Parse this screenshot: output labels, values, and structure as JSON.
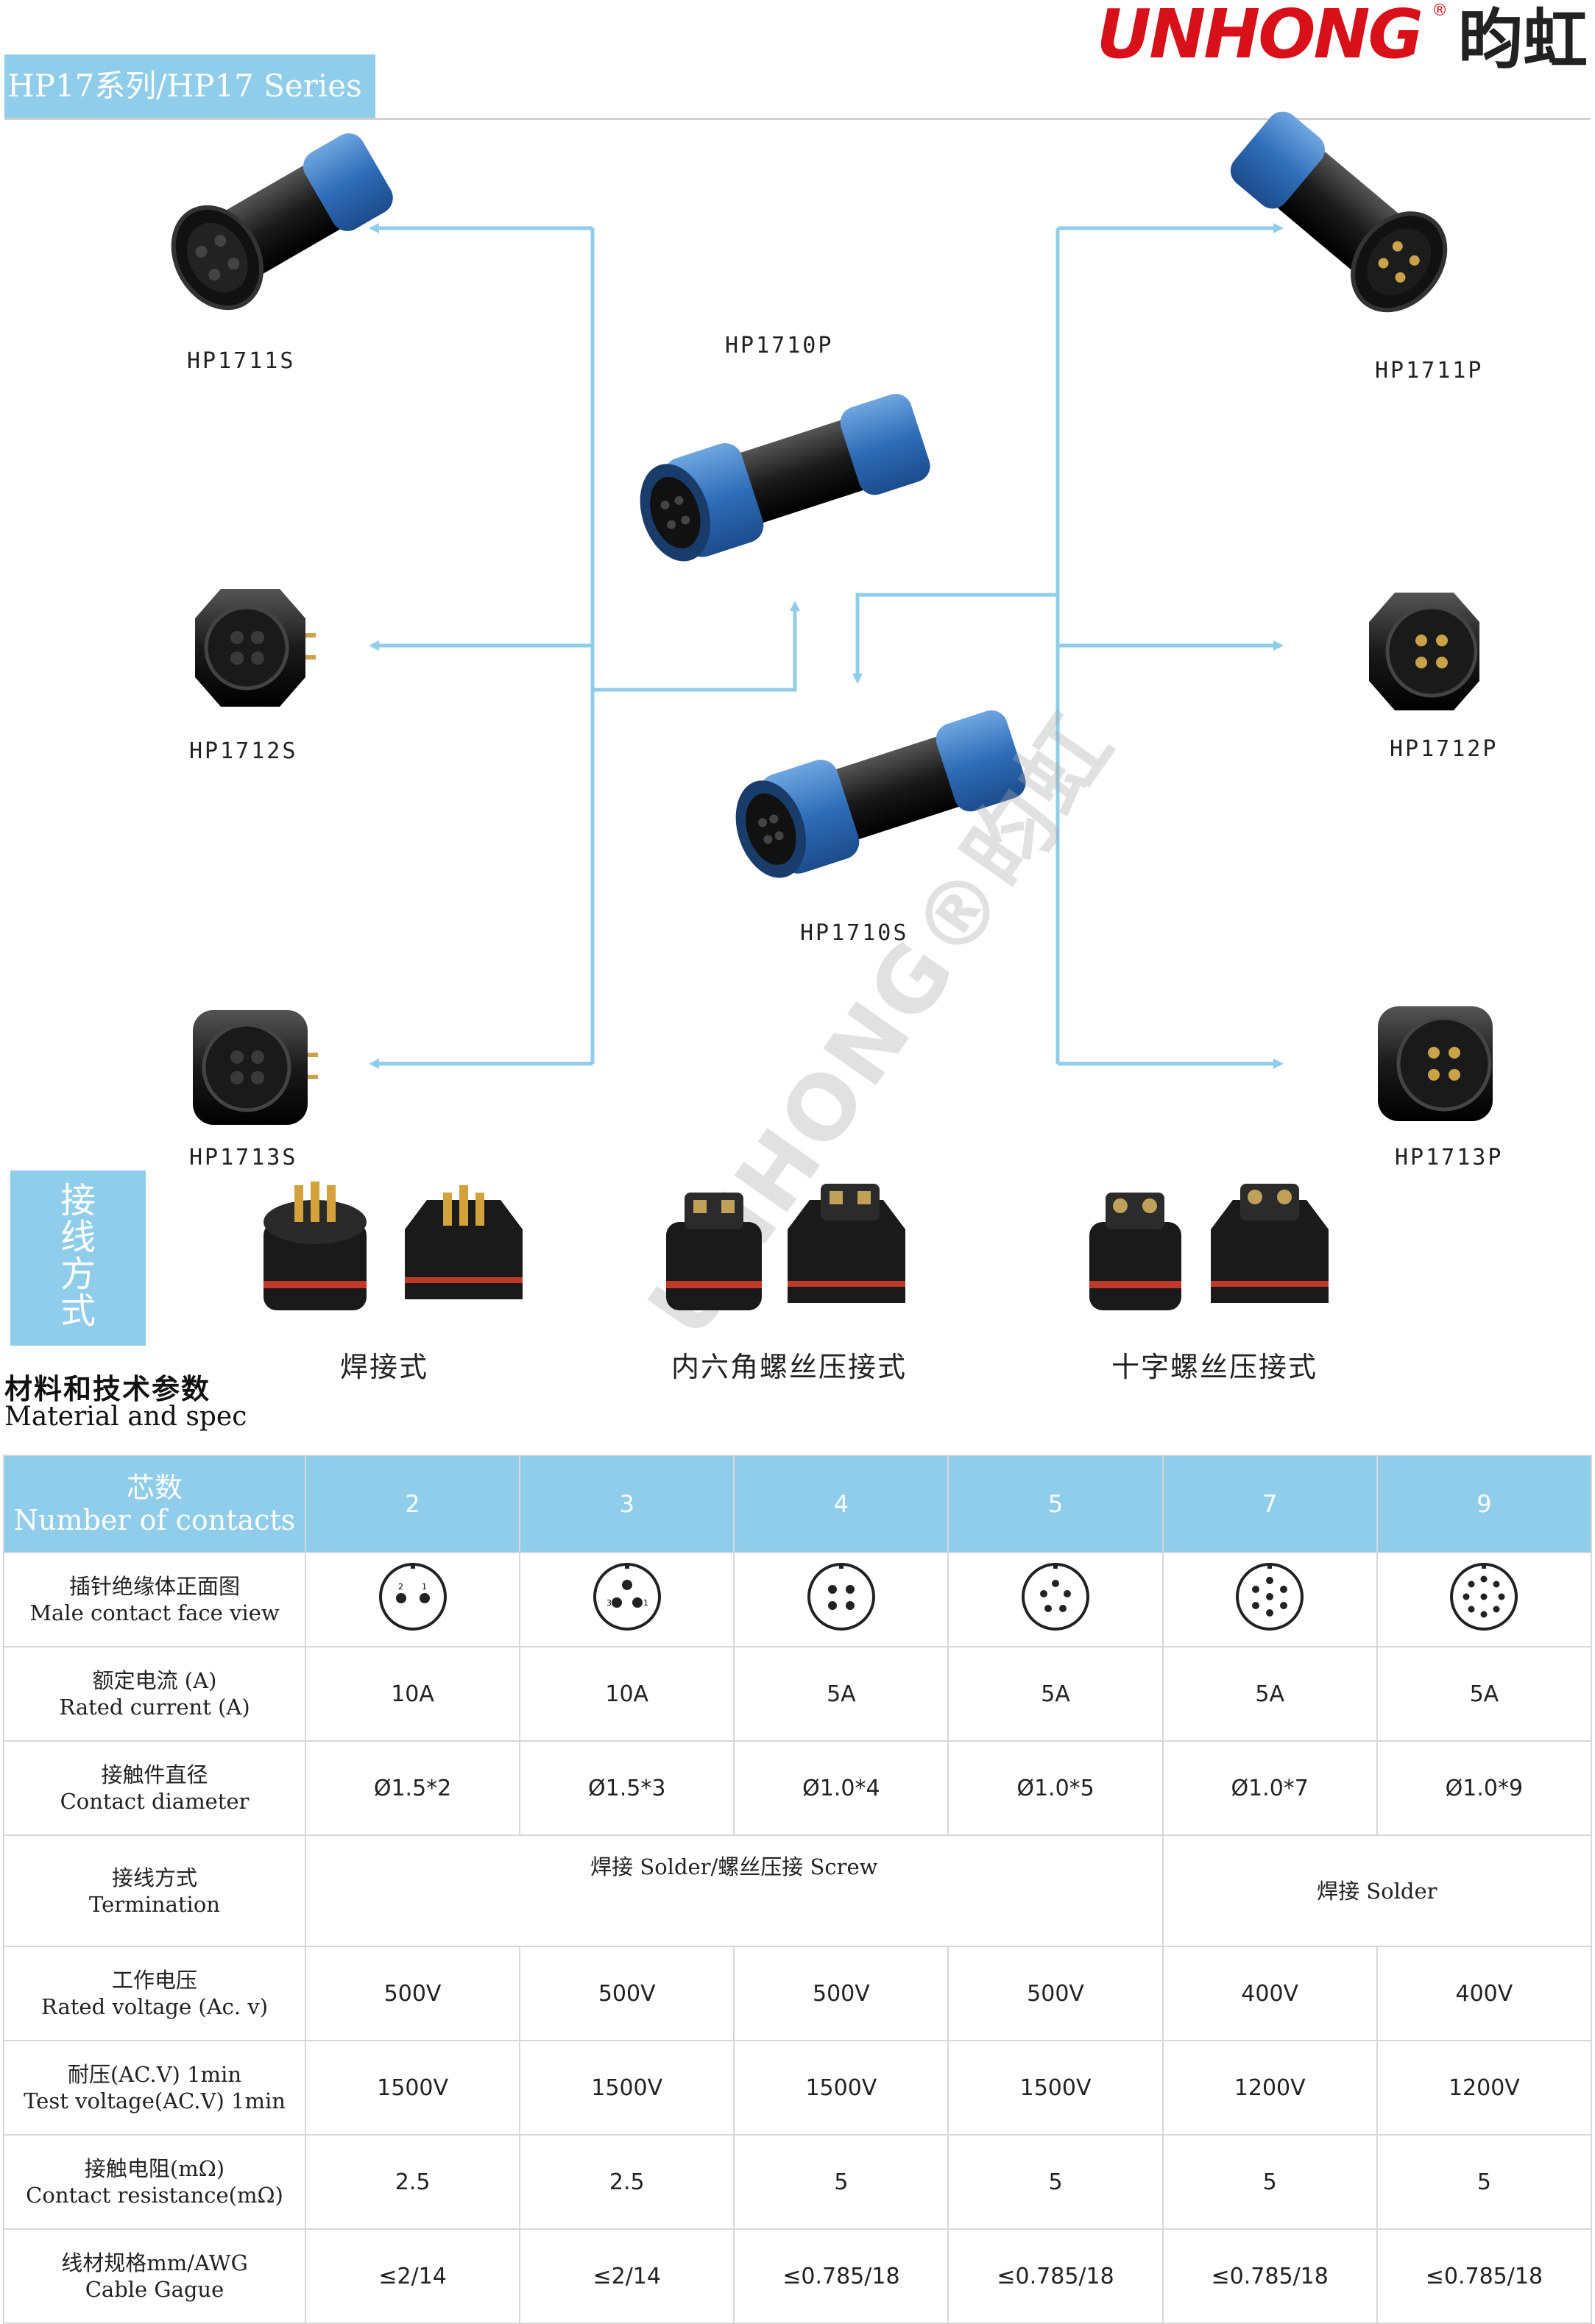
{
  "brand": {
    "name_en": "UNHONG",
    "registered": "®",
    "name_cn": "昀虹"
  },
  "header": {
    "series": "HP17系列/HP17  Series"
  },
  "products": {
    "hp1711s": "HP1711S",
    "hp1710p": "HP1710P",
    "hp1711p": "HP1711P",
    "hp1712s": "HP1712S",
    "hp1712p": "HP1712P",
    "hp1710s": "HP1710S",
    "hp1713s": "HP1713S",
    "hp1713p": "HP1713P"
  },
  "termination_section": {
    "tag": [
      "接",
      "线",
      "方",
      "式"
    ],
    "solder": "焊接式",
    "hex_screw": "内六角螺丝压接式",
    "cross_screw": "十字螺丝压接式"
  },
  "spec_heading": {
    "cn": "材料和技术参数",
    "en": "Material and spec"
  },
  "table": {
    "header": {
      "cn": "芯数",
      "en": "Number of contacts",
      "cols": [
        "2",
        "3",
        "4",
        "5",
        "7",
        "9"
      ]
    },
    "rows": {
      "face": {
        "cn": "插针绝缘体正面图",
        "en": "Male  contact face view"
      },
      "current": {
        "cn": "额定电流 (A)",
        "en": "Rated current  (A)",
        "values": [
          "10A",
          "10A",
          "5A",
          "5A",
          "5A",
          "5A"
        ]
      },
      "diameter": {
        "cn": "接触件直径",
        "en": "Contact diameter",
        "values": [
          "Ø1.5*2",
          "Ø1.5*3",
          "Ø1.0*4",
          "Ø1.0*5",
          "Ø1.0*7",
          "Ø1.0*9"
        ]
      },
      "termination": {
        "cn": "接线方式",
        "en": "Termination",
        "screw_span": "焊接 Solder/螺丝压接 Screw",
        "solder_span": "焊接 Solder"
      },
      "voltage": {
        "cn": "工作电压",
        "en": "Rated voltage (Ac. v)",
        "values": [
          "500V",
          "500V",
          "500V",
          "500V",
          "400V",
          "400V"
        ]
      },
      "test_voltage": {
        "cn": "耐压(AC.V) 1min",
        "en": "Test voltage(AC.V) 1min",
        "values": [
          "1500V",
          "1500V",
          "1500V",
          "1500V",
          "1200V",
          "1200V"
        ]
      },
      "resistance": {
        "cn": "接触电阻(mΩ)",
        "en": "Contact resistance(mΩ)",
        "values": [
          "2.5",
          "2.5",
          "5",
          "5",
          "5",
          "5"
        ]
      },
      "cable": {
        "cn": "线材规格mm/AWG",
        "en": "Cable  Gague",
        "values": [
          "≤2/14",
          "≤2/14",
          "≤0.785/18",
          "≤0.785/18",
          "≤0.785/18",
          "≤0.785/18"
        ]
      }
    }
  },
  "colors": {
    "accent": "#8fcdea",
    "brand_red": "#d8101a",
    "arrow": "#8fcdea",
    "connector_blue": "#3f7fc6",
    "connector_black": "#1a1a1a"
  }
}
